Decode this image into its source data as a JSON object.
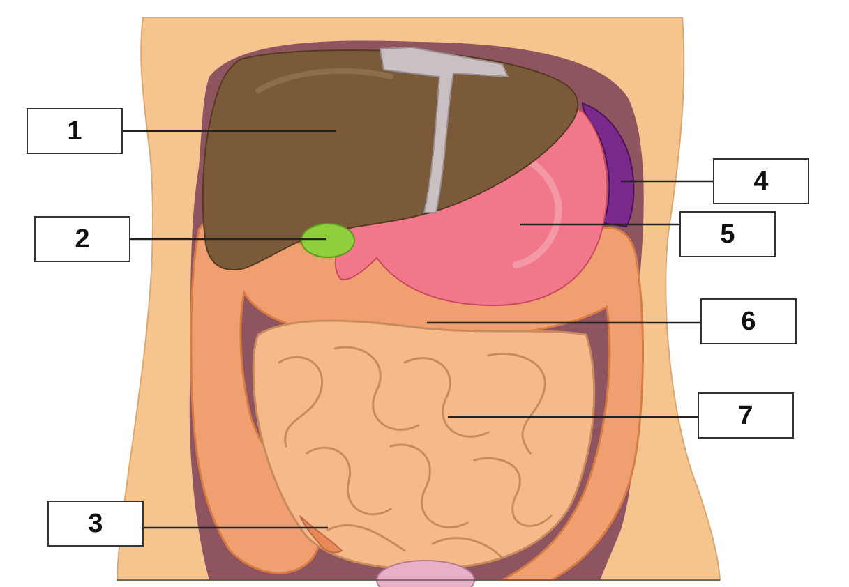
{
  "colors": {
    "skin": "#f6c58f",
    "cavity": "#8e5560",
    "liver": "#7b5a3a",
    "gallbladder": "#8fce3c",
    "stomach": "#f0788a",
    "spleen": "#7a2a8a",
    "large_intestine": "#f0a070",
    "small_intestine": "#f5b98c",
    "leader_line": "#222222"
  },
  "labels": [
    {
      "id": "1",
      "text": "1"
    },
    {
      "id": "2",
      "text": "2"
    },
    {
      "id": "3",
      "text": "3"
    },
    {
      "id": "4",
      "text": "4"
    },
    {
      "id": "5",
      "text": "5"
    },
    {
      "id": "6",
      "text": "6"
    },
    {
      "id": "7",
      "text": "7"
    }
  ]
}
